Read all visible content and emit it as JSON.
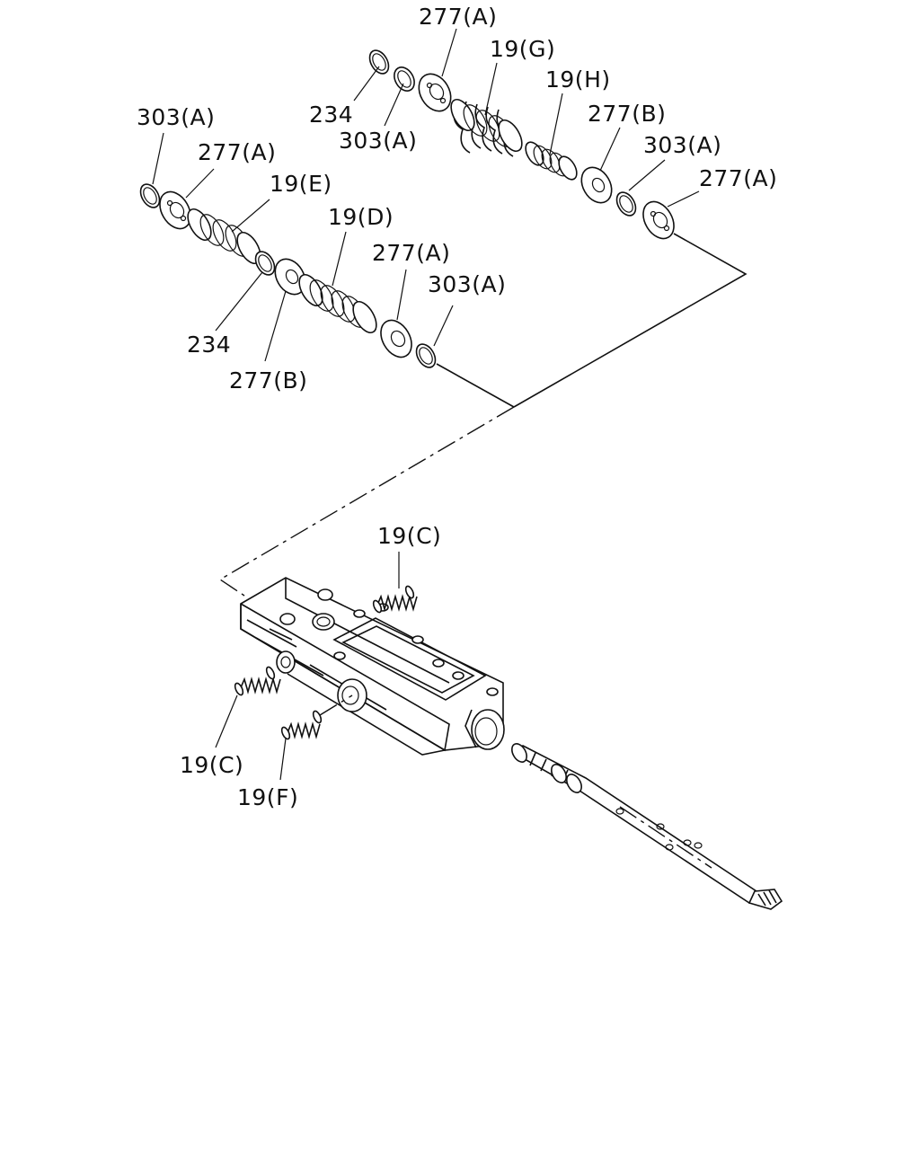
{
  "diagram": {
    "labels": {
      "l277a_top": "277(A)",
      "l19g": "19(G)",
      "l19h": "19(H)",
      "l234_top": "234",
      "l303a_top": "303(A)",
      "l277b_top": "277(B)",
      "l303a_right": "303(A)",
      "l277a_right": "277(A)",
      "l303a_left": "303(A)",
      "l277a_left": "277(A)",
      "l19e": "19(E)",
      "l19d": "19(D)",
      "l277a_mid": "277(A)",
      "l303a_mid": "303(A)",
      "l234_left": "234",
      "l277b_left": "277(B)",
      "l19c_top": "19(C)",
      "l19c_left": "19(C)",
      "l19f": "19(F)"
    }
  }
}
